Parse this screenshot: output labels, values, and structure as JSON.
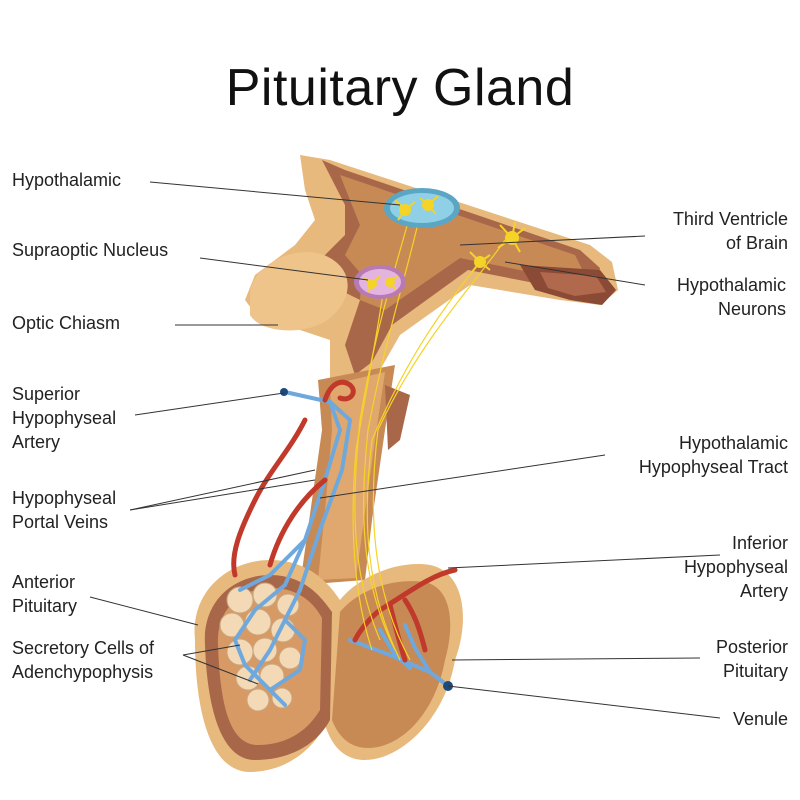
{
  "title": "Pituitary Gland",
  "labels": {
    "hypothalamic": "Hypothalamic",
    "supraoptic_nucleus": "Supraoptic Nucleus",
    "optic_chiasm": "Optic Chiasm",
    "superior_hypophyseal_artery": [
      "Superior",
      "Hypophyseal",
      "Artery"
    ],
    "hypophyseal_portal_veins": [
      "Hypophyseal",
      "Portal Veins"
    ],
    "anterior_pituitary": [
      "Anterior",
      "Pituitary"
    ],
    "secretory_cells": [
      "Secretory Cells of",
      "Adenchypophysis"
    ],
    "third_ventricle": [
      "Third Ventricle",
      "of Brain"
    ],
    "hypothalamic_neurons": [
      "Hypothalamic",
      "Neurons"
    ],
    "hypothalamic_tract": [
      "Hypothalamic",
      "Hypophyseal Tract"
    ],
    "inferior_hypophyseal_artery": [
      "Inferior",
      "Hypophyseal",
      "Artery"
    ],
    "posterior_pituitary": [
      "Posterior",
      "Pituitary"
    ],
    "venule": "Venule"
  },
  "colors": {
    "tissue_light": "#e8b97c",
    "tissue_mid": "#c88a55",
    "tissue_brown": "#a9674a",
    "tissue_dark": "#8a4a35",
    "nucleus_blue": "#8fd0e6",
    "nucleus_purple": "#d9a6d6",
    "artery_red": "#c0392b",
    "vein_blue": "#6fa8dc",
    "neuron_yellow": "#f5d327"
  }
}
